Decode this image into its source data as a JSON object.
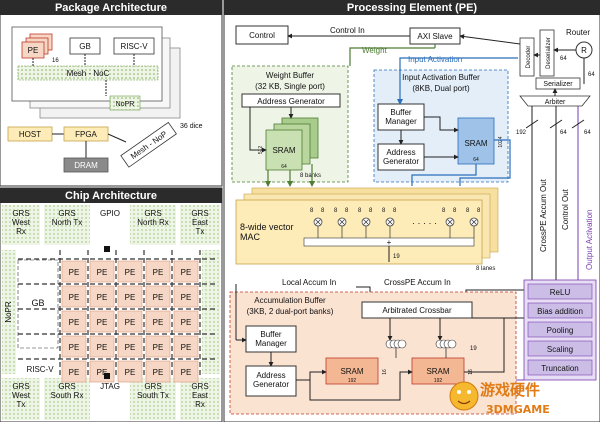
{
  "package": {
    "title": "Package Architecture",
    "pe": "PE",
    "pe_lanes": "16",
    "gb": "GB",
    "riscv": "RISC-V",
    "mesh_noc": "Mesh - NoC",
    "nopr": "NoPR",
    "host": "HOST",
    "fpga": "FPGA",
    "dram": "DRAM",
    "mesh_nop": "Mesh - NoP",
    "dice": "36 dice"
  },
  "chip": {
    "title": "Chip Architecture",
    "top_row": [
      "GRS\nWest\nRx",
      "GRS\nNorth Tx",
      "GPIO",
      "GRS\nNorth Rx",
      "GRS\nEast\nTx"
    ],
    "bottom_row": [
      "GRS\nWest\nTx",
      "GRS\nSouth Rx",
      "JTAG",
      "GRS\nSouth Tx",
      "GRS\nEast\nRx"
    ],
    "pe": "PE",
    "nopr": "NoPR",
    "gb": "GB",
    "riscv": "RISC-V"
  },
  "pe": {
    "title": "Processing Element (PE)",
    "control": "Control",
    "control_in": "Control In",
    "axi": "AXI Slave",
    "weight": "Weight",
    "input_activation": "Input Activation",
    "decoder": "Decoder",
    "deserializer": "Deserializer",
    "router": "Router",
    "router_r": "R",
    "serializer": "Serializer",
    "arbiter": "Arbiter",
    "w64a": "64",
    "w64b": "64",
    "w64c": "64",
    "w64d": "64",
    "w192": "192",
    "weight_buffer": {
      "title": "Weight Buffer",
      "subtitle": "(32 KB, Single port)",
      "addr_gen": "Address Generator",
      "sram": "SRAM",
      "depth": "512",
      "width": "64",
      "banks": "8 banks"
    },
    "input_buffer": {
      "title": "Input Activation Buffer",
      "subtitle": "(8KB, Dual port)",
      "buffer_mgr": "Buffer\nManager",
      "addr_gen": "Address\nGenerator",
      "sram": "SRAM",
      "depth": "1024",
      "width": "64"
    },
    "mac": {
      "label": "8-wide vector\nMAC",
      "w8": "8",
      "plus": "+",
      "out": "19",
      "lanes": "8 lanes"
    },
    "local_accum": "Local Accum In",
    "crosspe_accum": "CrossPE Accum In",
    "crosspe_out": "CrossPE Accum Out",
    "control_out": "Control Out",
    "output_activation": "Output Activation",
    "accum_buffer": {
      "title": "Accumulation Buffer",
      "subtitle": "(3KB, 2 dual-port banks)",
      "crossbar": "Arbitrated Crossbar",
      "buffer_mgr": "Buffer\nManager",
      "addr_gen": "Address\nGenerator",
      "sram": "SRAM",
      "depth": "16",
      "width": "192",
      "w19": "19"
    },
    "post": [
      "ReLU",
      "Bias addition",
      "Pooling",
      "Scaling",
      "Truncation"
    ]
  },
  "watermark": {
    "cn": "游戏硬件",
    "en": "3DMGAME"
  },
  "colors": {
    "header_bg": "#2b2b2b",
    "pe_fill": "#f6d6c4",
    "green_fill": "#d6e9c6",
    "blue_fill": "#d8e6f5",
    "mac_fill": "#fdebb8",
    "post_fill": "#cbbde6",
    "accum_fill": "#fbe3d2"
  }
}
